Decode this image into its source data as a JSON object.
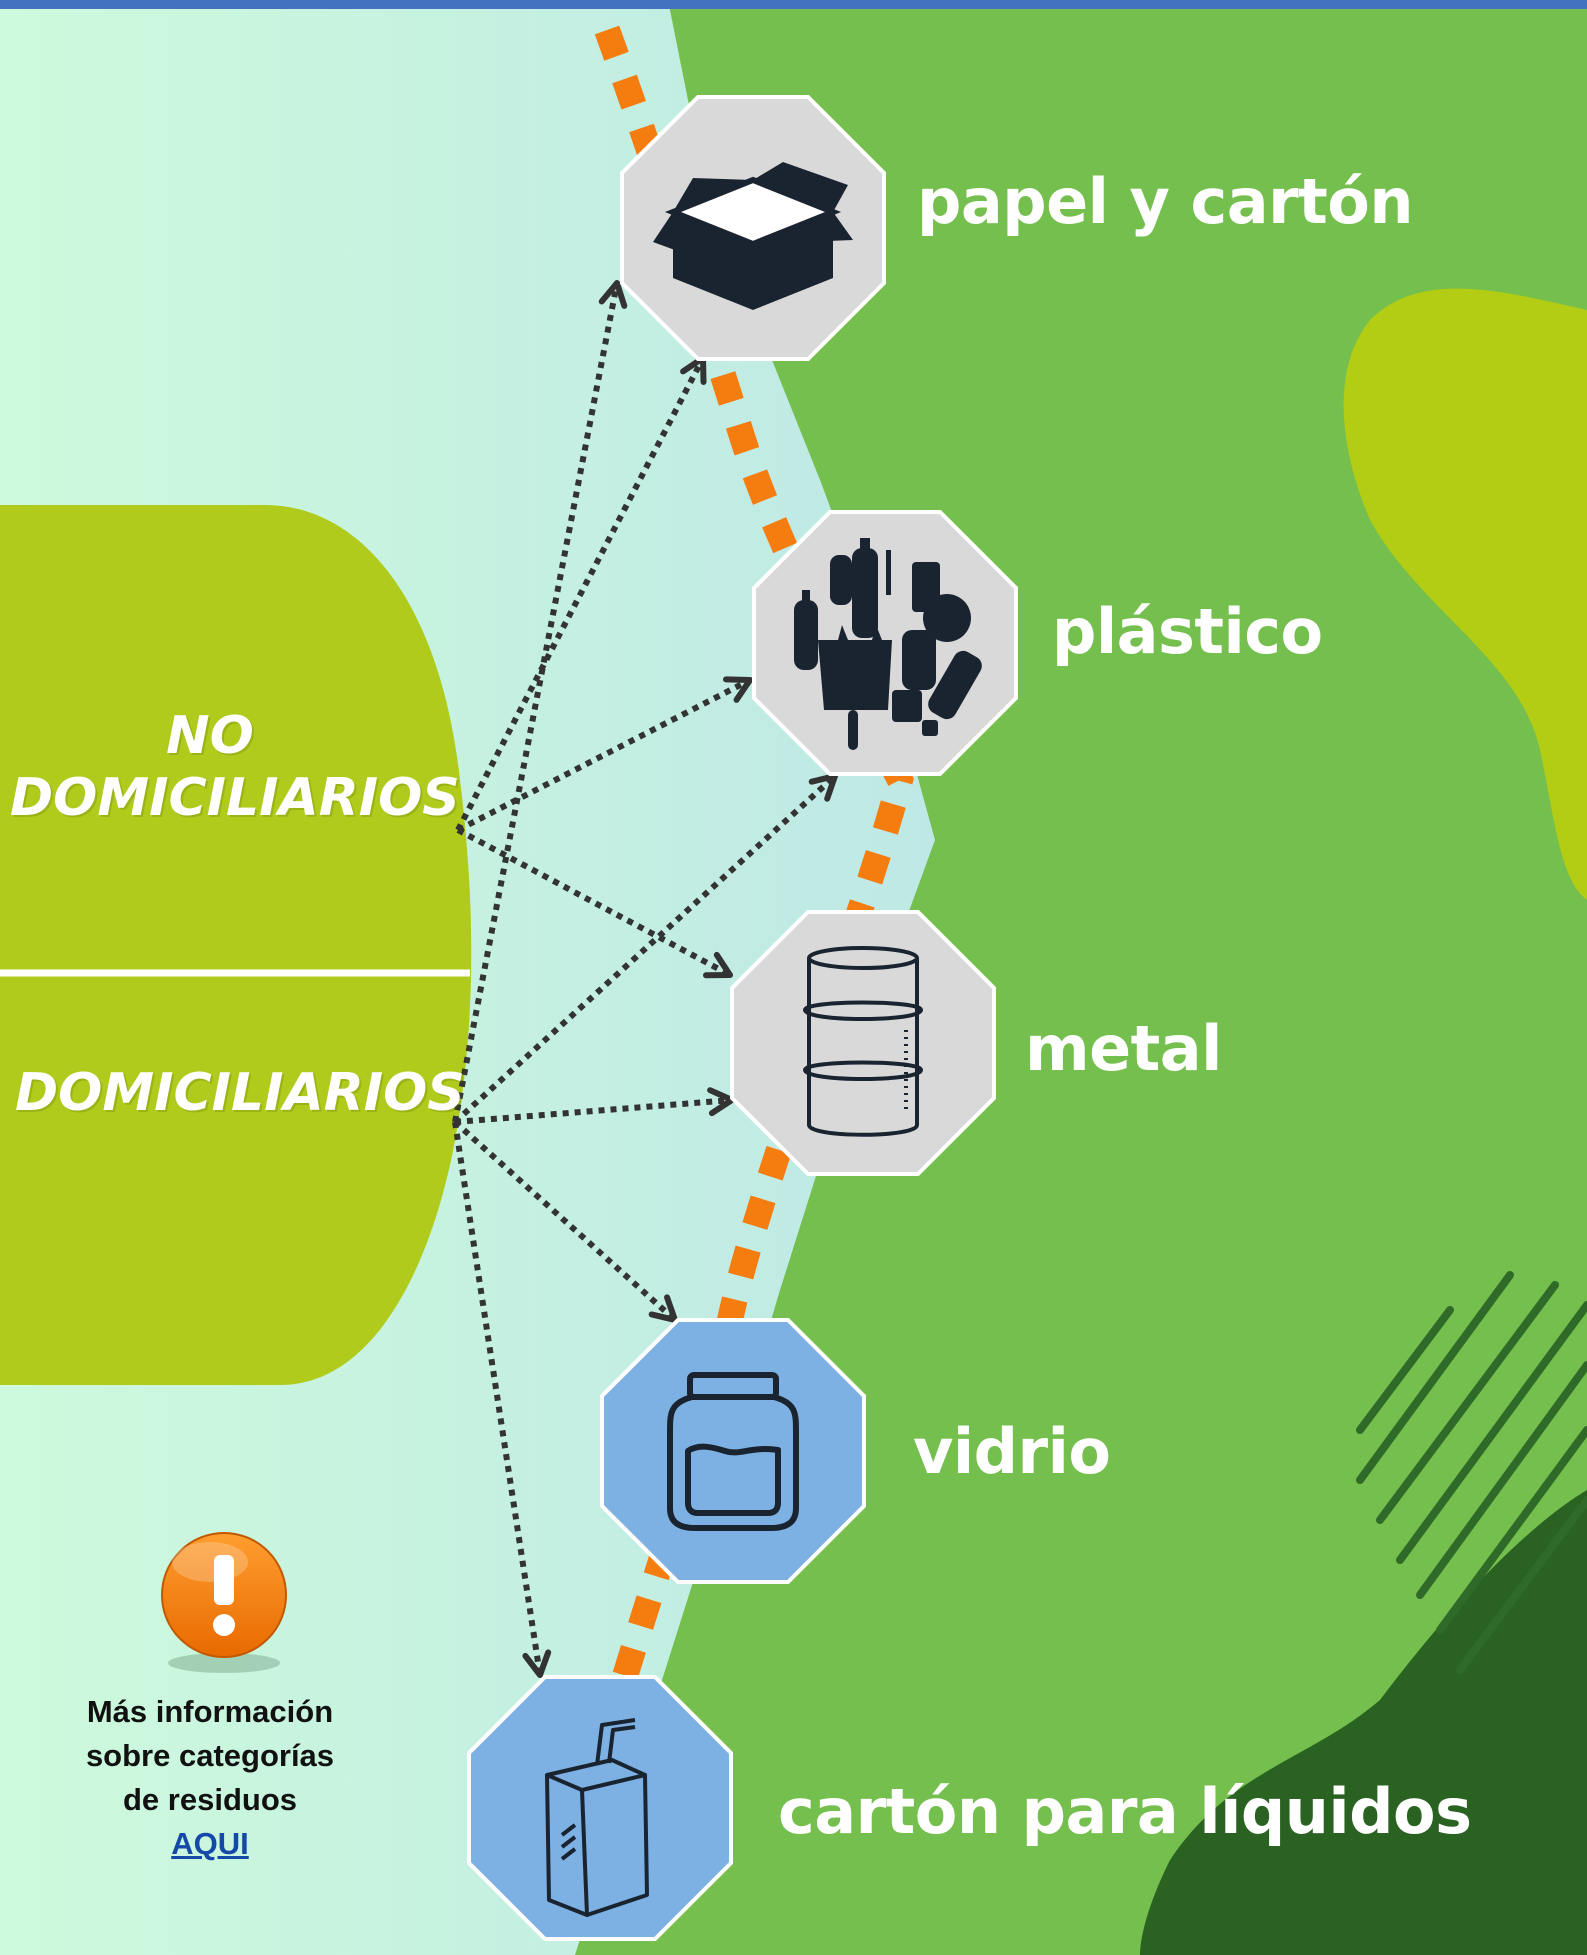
{
  "colors": {
    "top_bar": "#4272c0",
    "bg_mint": "#cdfadc",
    "bg_sky": "#b4dcec",
    "green_main": "#74bf4d",
    "green_blob": "#b3cc14",
    "green_dark": "#2a6222",
    "green_stripes": "#2f6a28",
    "category_panel": "#b0cb1c",
    "separator": "#ffffff",
    "orange_dashes": "#f57d10",
    "octagon_gray": "#d9d9d9",
    "octagon_blue": "#7db1e4",
    "arrow": "#333333",
    "info_icon": "#f57d10"
  },
  "categories": [
    {
      "id": "no-domiciliarios",
      "label_lines": [
        "NO",
        "DOMICILIARIOS"
      ]
    },
    {
      "id": "domiciliarios",
      "label_lines": [
        "DOMICILIARIOS"
      ]
    }
  ],
  "materials": [
    {
      "id": "papel",
      "label": "papel y cartón",
      "icon": "cardboard-box-icon",
      "tone": "gray"
    },
    {
      "id": "plastico",
      "label": "plástico",
      "icon": "plastic-waste-icon",
      "tone": "gray"
    },
    {
      "id": "metal",
      "label": "metal",
      "icon": "metal-barrel-icon",
      "tone": "gray"
    },
    {
      "id": "vidrio",
      "label": "vidrio",
      "icon": "glass-jar-icon",
      "tone": "blue"
    },
    {
      "id": "carton-liquidos",
      "label": "cartón para líquidos",
      "icon": "juice-carton-icon",
      "tone": "blue"
    }
  ],
  "connections": [
    {
      "from": "no-domiciliarios",
      "to": "papel"
    },
    {
      "from": "no-domiciliarios",
      "to": "plastico"
    },
    {
      "from": "no-domiciliarios",
      "to": "metal"
    },
    {
      "from": "domiciliarios",
      "to": "papel"
    },
    {
      "from": "domiciliarios",
      "to": "plastico"
    },
    {
      "from": "domiciliarios",
      "to": "metal"
    },
    {
      "from": "domiciliarios",
      "to": "vidrio"
    },
    {
      "from": "domiciliarios",
      "to": "carton-liquidos"
    }
  ],
  "info": {
    "icon": "exclamation-icon",
    "lines": [
      "Más información",
      "sobre categorías",
      "de residuos"
    ],
    "link_text": "AQUI"
  }
}
